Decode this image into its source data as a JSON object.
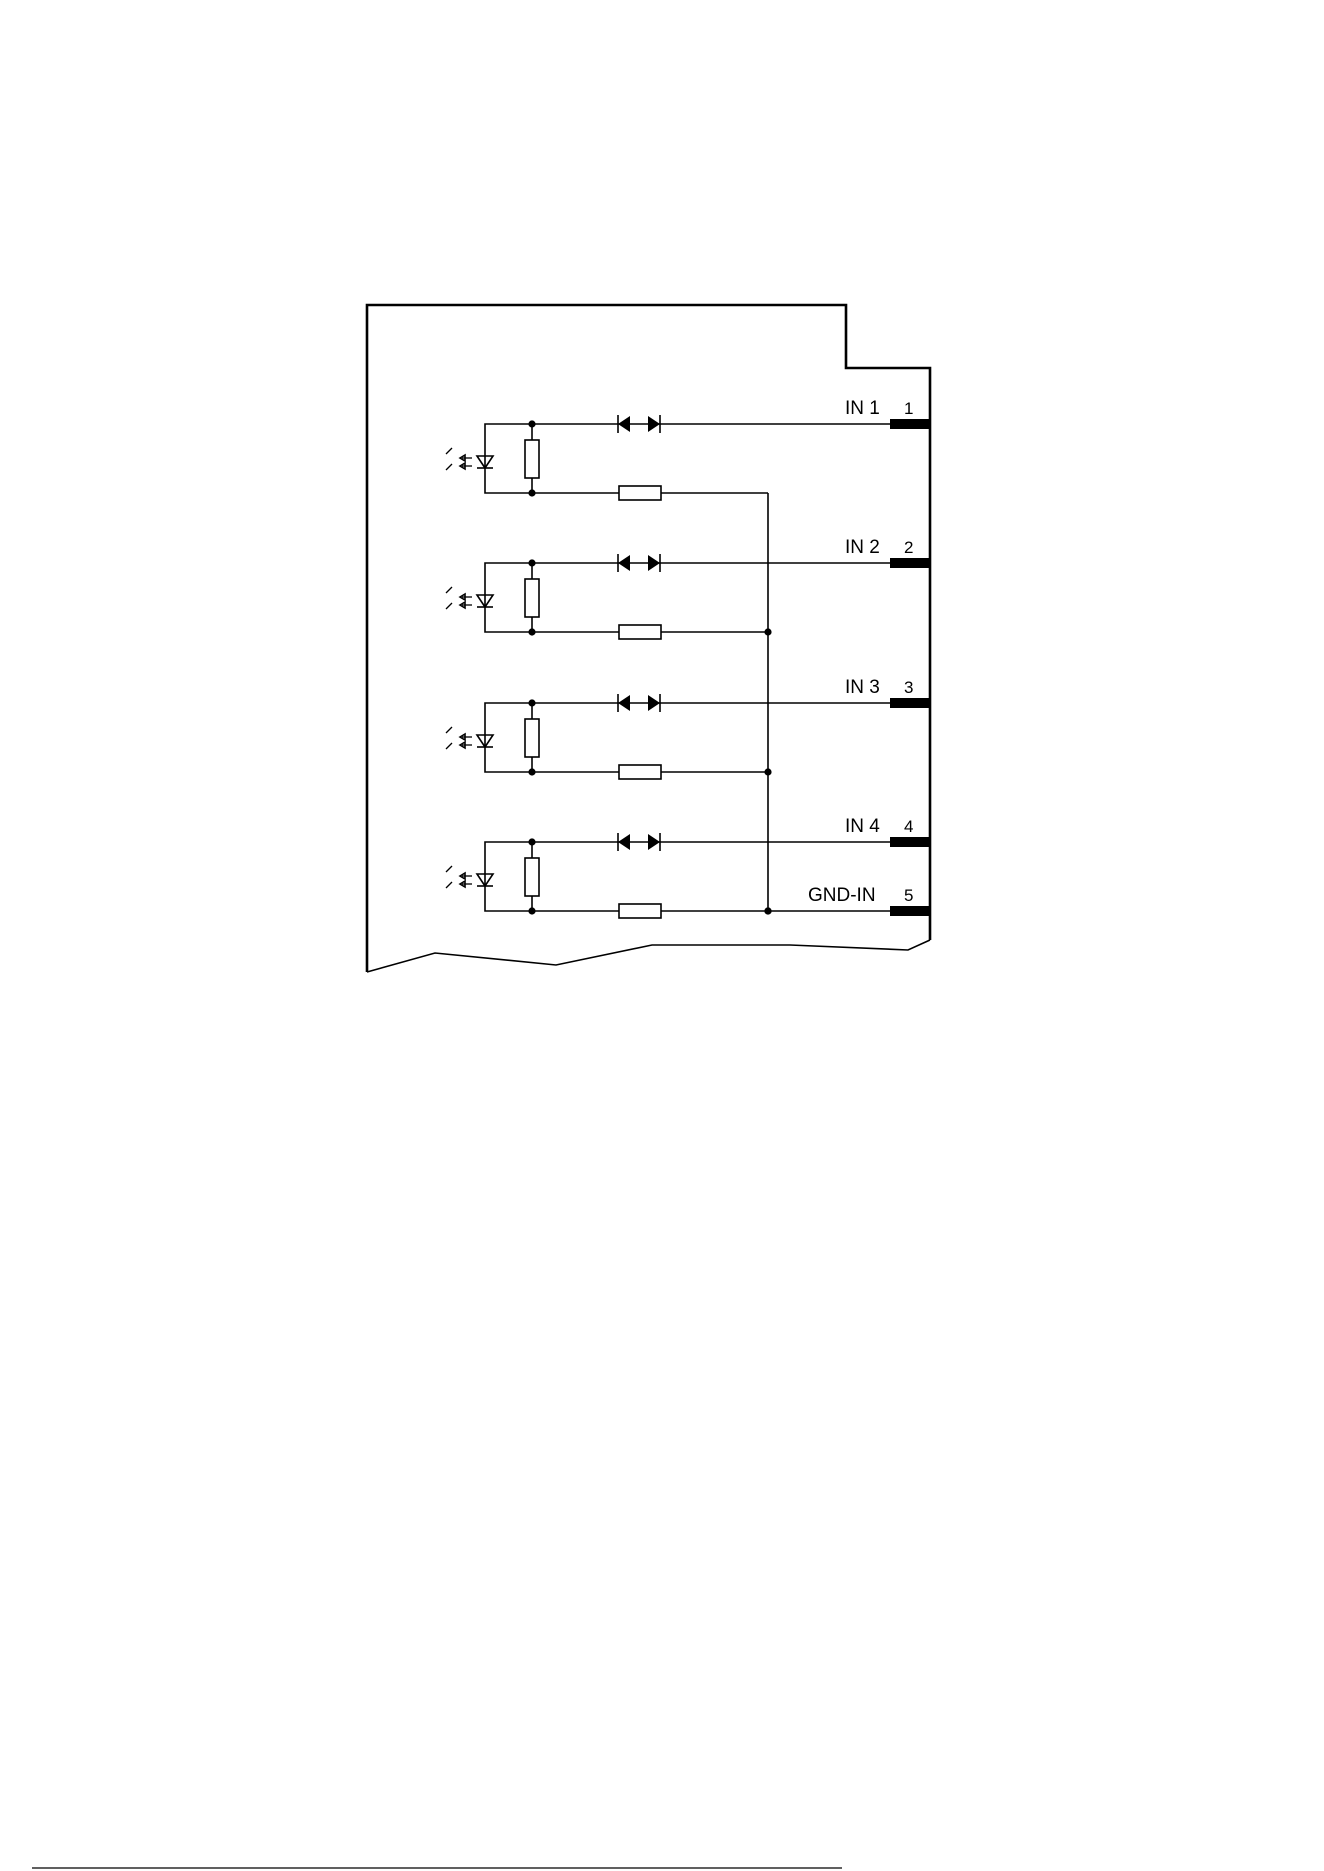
{
  "colors": {
    "line": "#000000",
    "background": "#ffffff"
  },
  "channels": [
    {
      "label": "IN 1",
      "pin": "1"
    },
    {
      "label": "IN 2",
      "pin": "2"
    },
    {
      "label": "IN 3",
      "pin": "3"
    },
    {
      "label": "IN 4",
      "pin": "4"
    }
  ],
  "ground": {
    "label": "GND-IN",
    "pin": "5"
  }
}
